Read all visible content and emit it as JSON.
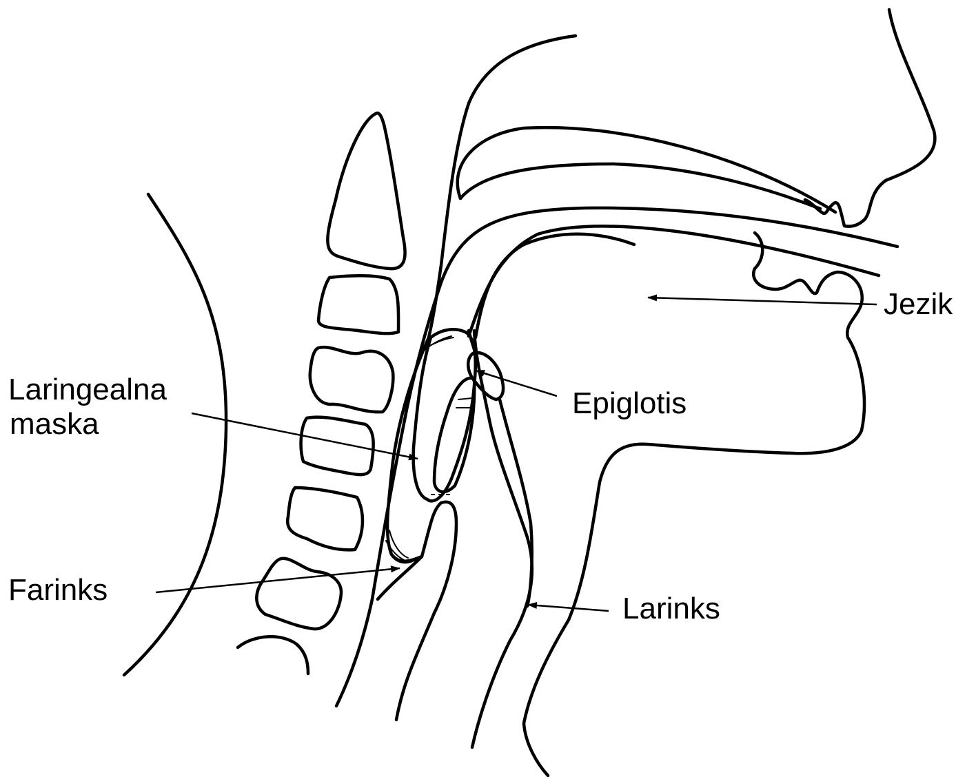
{
  "labels": {
    "laryngeal_mask_line1": "Laringealna",
    "laryngeal_mask_line2": "maska",
    "tongue": "Jezik",
    "epiglottis": "Epiglotis",
    "pharynx": "Farinks",
    "larynx": "Larinks"
  }
}
